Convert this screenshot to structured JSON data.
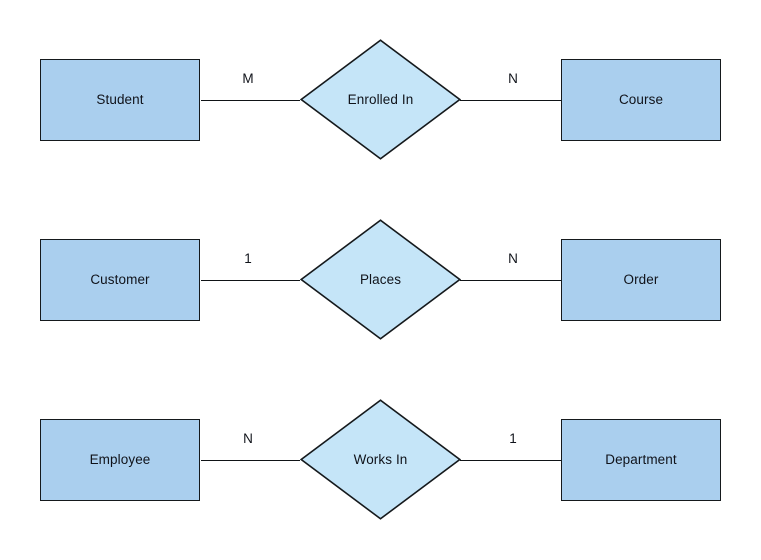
{
  "diagram": {
    "type": "entity-relationship-diagram",
    "background_color": "#ffffff",
    "entity_fill_color": "#aacfee",
    "relationship_fill_color": "#c5e5f8",
    "stroke_color": "#15191c",
    "rows": [
      {
        "left_entity": "Student",
        "left_cardinality": "M",
        "relationship": "Enrolled In",
        "right_cardinality": "N",
        "right_entity": "Course"
      },
      {
        "left_entity": "Customer",
        "left_cardinality": "1",
        "relationship": "Places",
        "right_cardinality": "N",
        "right_entity": "Order"
      },
      {
        "left_entity": "Employee",
        "left_cardinality": "N",
        "relationship": "Works In",
        "right_cardinality": "1",
        "right_entity": "Department"
      }
    ]
  }
}
